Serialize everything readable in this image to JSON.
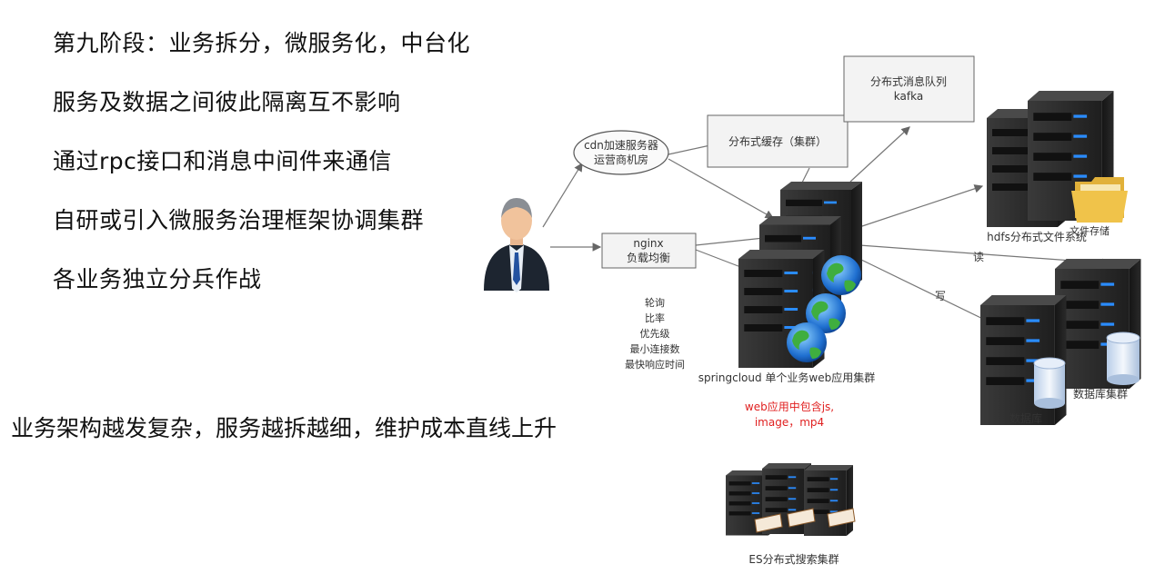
{
  "left_text": {
    "bullets": [
      "第九阶段：业务拆分，微服务化，中台化",
      "服务及数据之间彼此隔离互不影响",
      "通过rpc接口和消息中间件来通信",
      "自研或引入微服务治理框架协调集群",
      "各业务独立分兵作战"
    ],
    "conclusion": "业务架构越发复杂，服务越拆越细，维护成本直线上升"
  },
  "diagram": {
    "cdn_line1": "cdn加速服务器",
    "cdn_line2": "运营商机房",
    "cache": "分布式缓存（集群）",
    "mq_line1": "分布式消息队列",
    "mq_line2": "kafka",
    "nginx_line1": "nginx",
    "nginx_line2": "负载均衡",
    "lb_strategies": [
      "轮询",
      "比率",
      "优先级",
      "最小连接数",
      "最快响应时间"
    ],
    "web_cluster": "springcloud 单个业务web应用集群",
    "web_note_line1": "web应用中包含js,",
    "web_note_line2": "image，mp4",
    "hdfs": "hdfs分布式文件系统",
    "file_storage": "文件存储",
    "read_label": "读",
    "write_label": "写",
    "db": "数据库",
    "db_cluster": "数据库集群",
    "es": "ES分布式搜索集群",
    "colors": {
      "note_red": "#e02020",
      "server_dark": "#2b2b2b",
      "led": "#2a8cff"
    }
  }
}
